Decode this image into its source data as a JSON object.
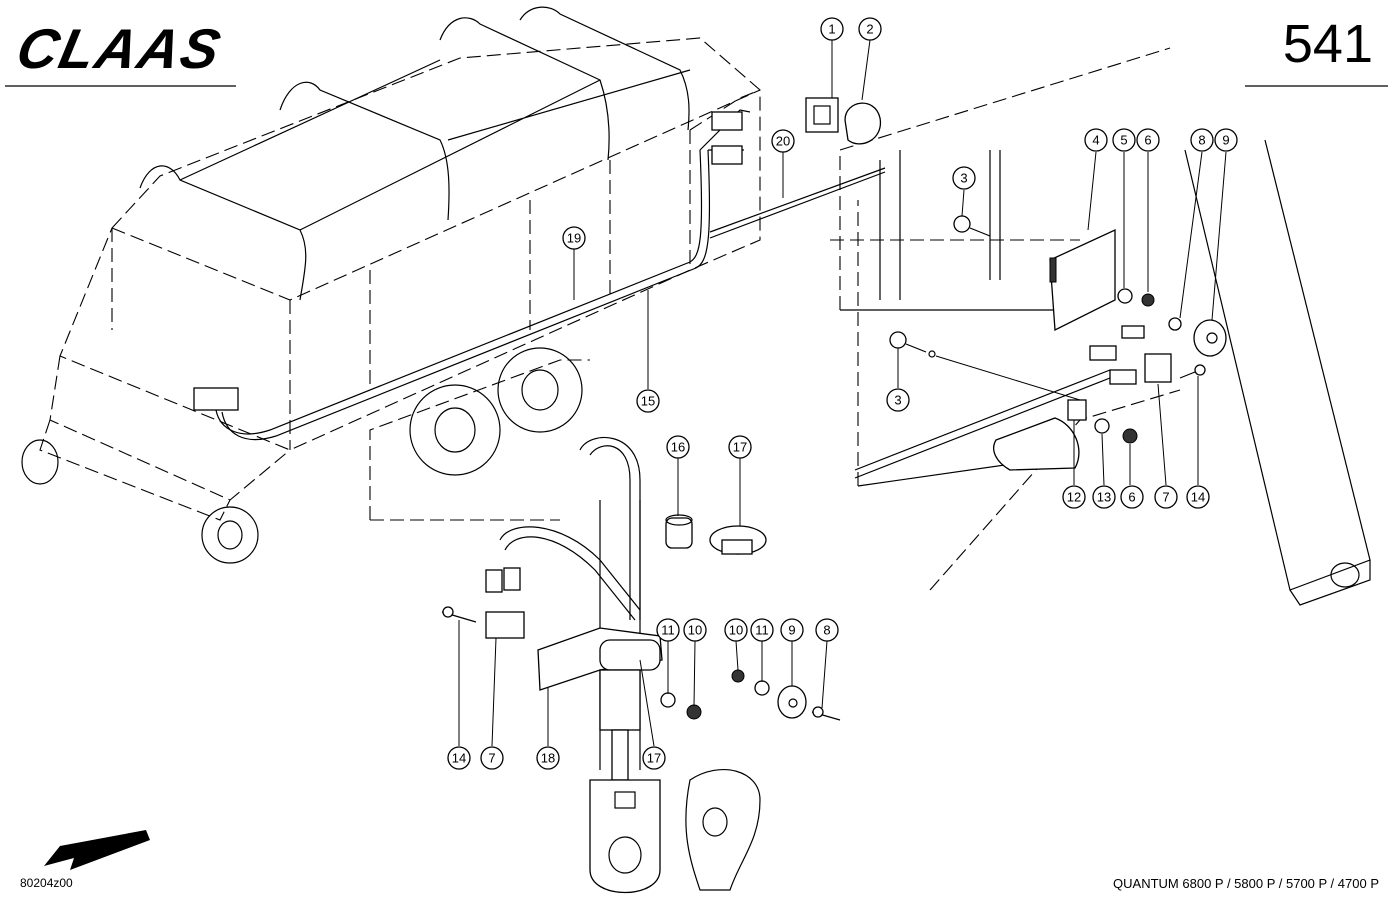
{
  "header": {
    "brand_logo": "CLAAS",
    "page_number": "541"
  },
  "footer": {
    "drawing_code": "80204z00",
    "model_line": "QUANTUM 6800 P / 5800 P / 5700 P / 4700 P"
  },
  "callouts": {
    "c1": "1",
    "c2": "2",
    "c3a": "3",
    "c3b": "3",
    "c4": "4",
    "c5": "5",
    "c6a": "6",
    "c6b": "6",
    "c7a": "7",
    "c7b": "7",
    "c8a": "8",
    "c8b": "8",
    "c9a": "9",
    "c9b": "9",
    "c10a": "10",
    "c10b": "10",
    "c11a": "11",
    "c11b": "11",
    "c12": "12",
    "c13": "13",
    "c14a": "14",
    "c14b": "14",
    "c15": "15",
    "c16": "16",
    "c17a": "17",
    "c17b": "17",
    "c18": "18",
    "c19": "19",
    "c20": "20"
  }
}
